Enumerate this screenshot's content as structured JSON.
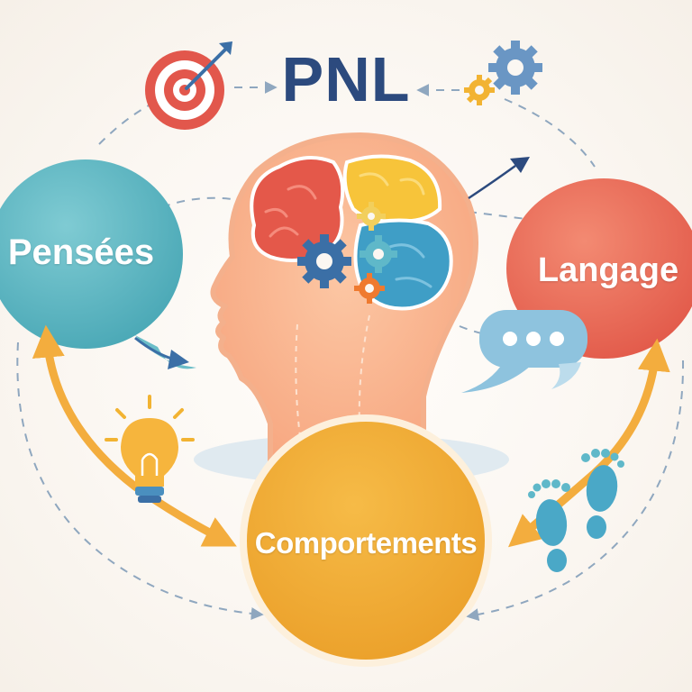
{
  "diagram": {
    "title": "PNL",
    "nodes": {
      "pensees": "Pensées",
      "langage": "Langage",
      "comportements": "Comportements"
    },
    "icons": [
      "target-icon",
      "gears-icon",
      "brain-icon",
      "head-silhouette-icon",
      "lightbulb-icon",
      "speech-bubble-icon",
      "footprints-icon"
    ],
    "colors": {
      "title": "#2c4a7e",
      "pensees": "#5bb7c3",
      "langage": "#ec6a57",
      "comportements": "#f0a52d",
      "arrows": "#f3ad3e",
      "dashed": "#8fa7bf"
    }
  }
}
